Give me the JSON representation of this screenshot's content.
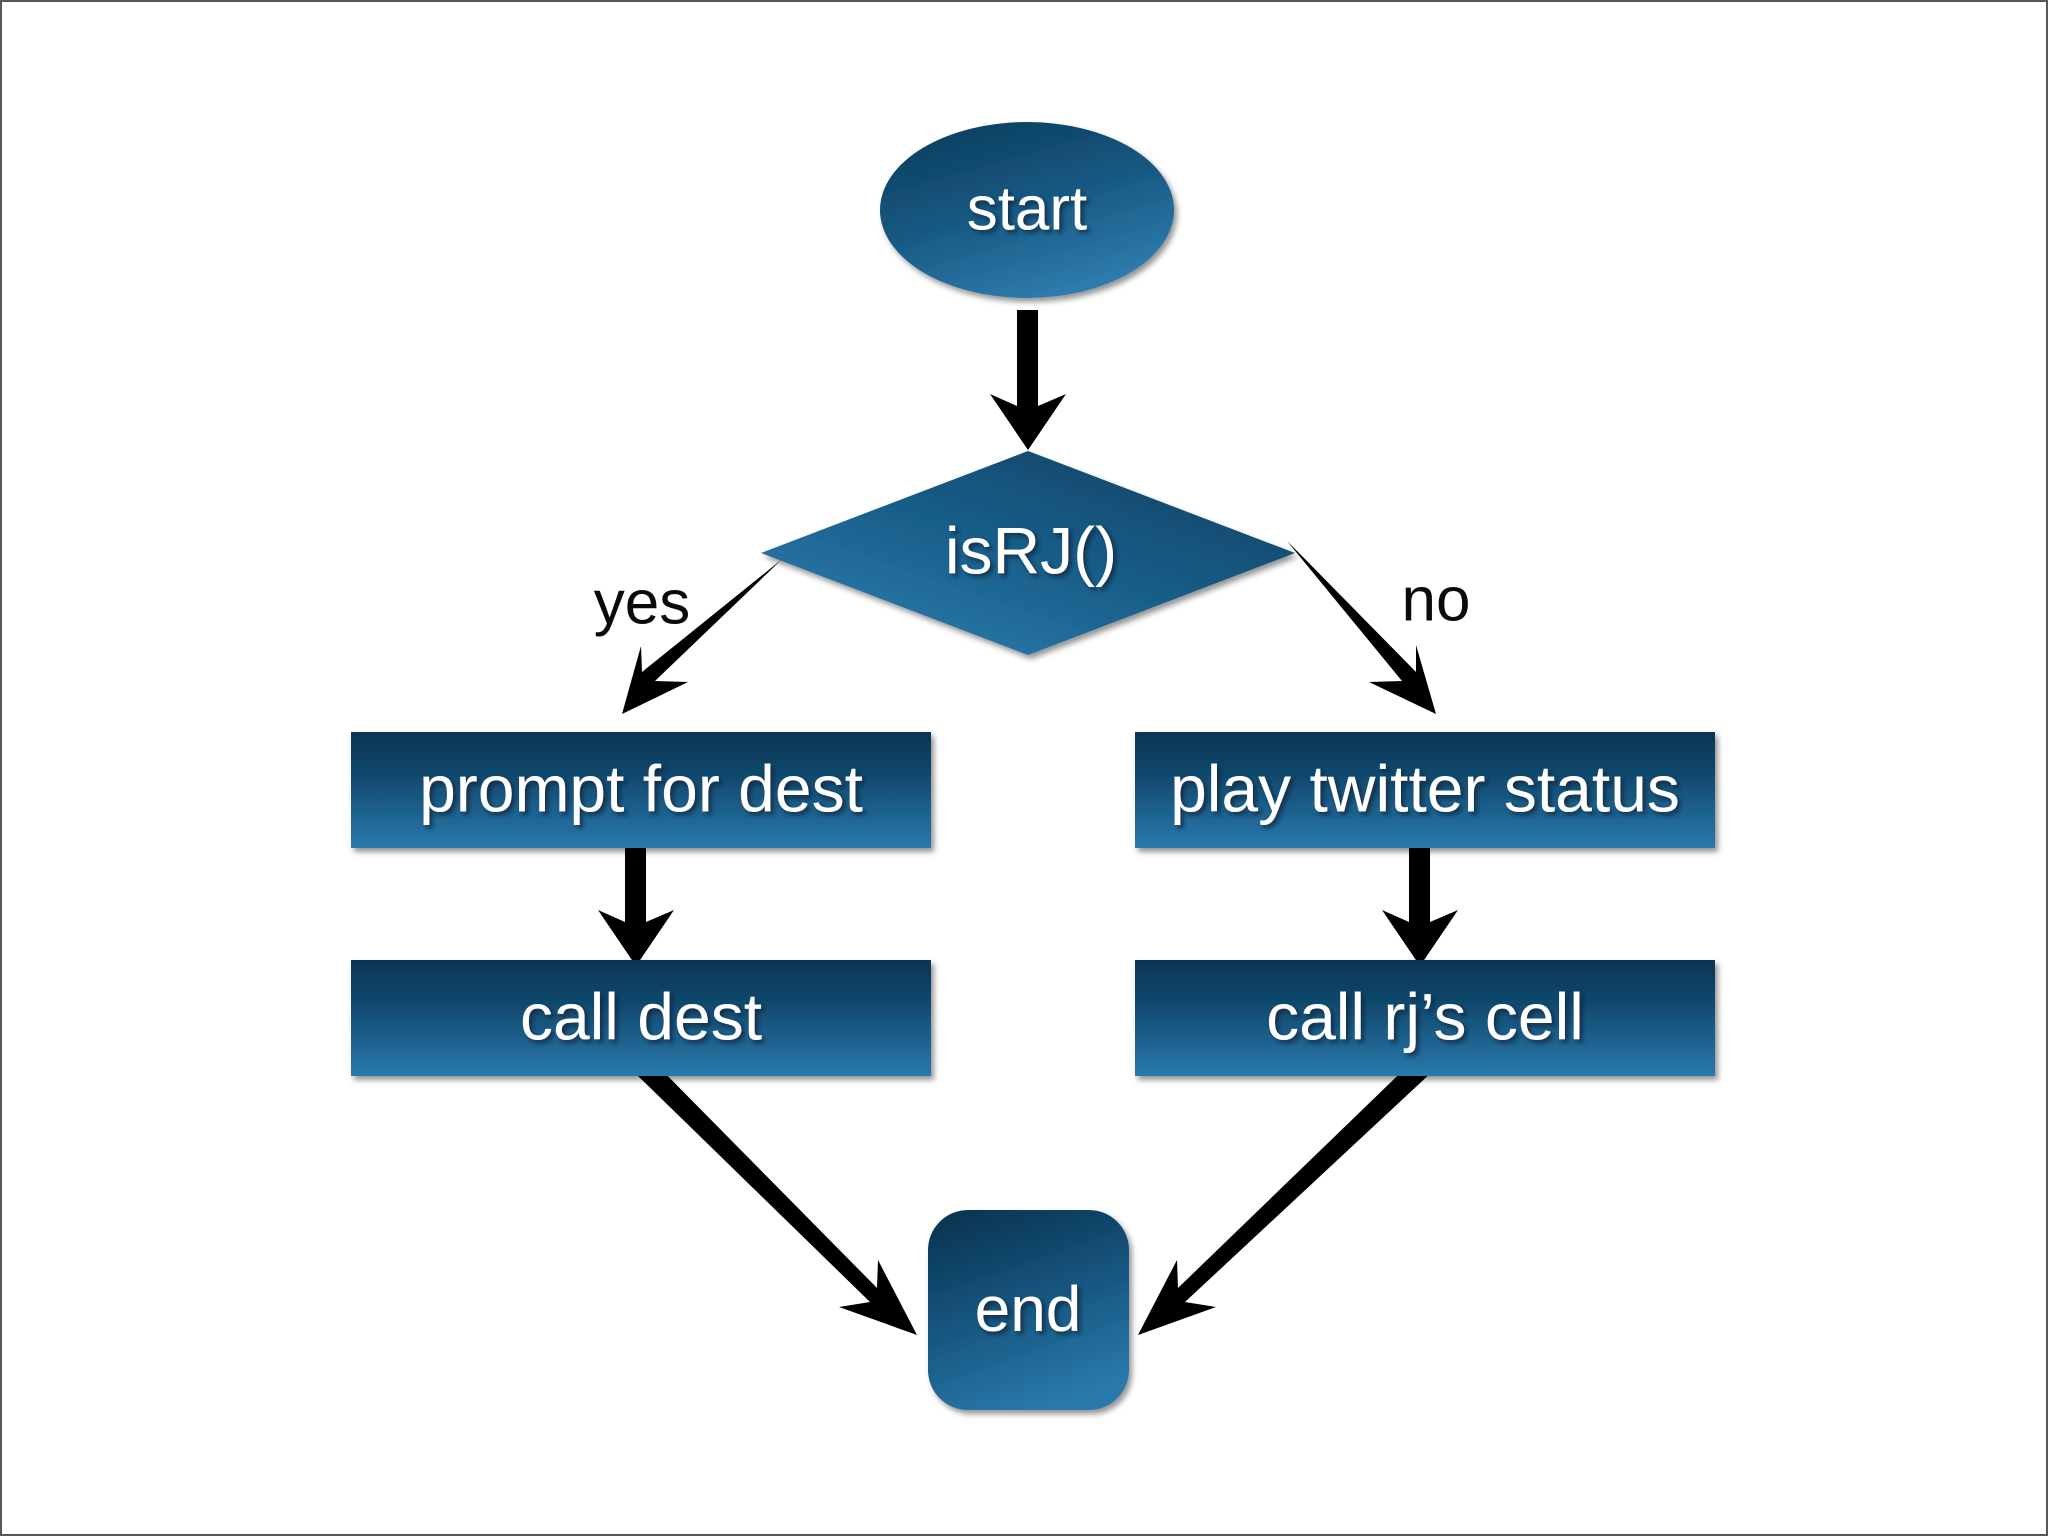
{
  "diagram": {
    "type": "flowchart",
    "title": "",
    "background_color": "#ffffff",
    "border_color": "#58585a",
    "palette": {
      "node_fill_dark": "#0d3d5e",
      "node_fill_light": "#2a79ac",
      "node_text": "#ffffff",
      "connector": "#000000",
      "edge_label_text": "#0a0a0a"
    },
    "nodes": [
      {
        "id": "start",
        "shape": "ellipse",
        "label": "start"
      },
      {
        "id": "isrj",
        "shape": "diamond",
        "label": "isRJ()"
      },
      {
        "id": "prompt",
        "shape": "rectangle",
        "label": "prompt for dest"
      },
      {
        "id": "play",
        "shape": "rectangle",
        "label": "play twitter status"
      },
      {
        "id": "call_dest",
        "shape": "rectangle",
        "label": "call dest"
      },
      {
        "id": "call_rj_cell",
        "shape": "rectangle",
        "label": "call rj’s cell"
      },
      {
        "id": "end",
        "shape": "rounded-rectangle",
        "label": "end"
      }
    ],
    "edges": [
      {
        "id": "e1",
        "from": "start",
        "to": "isrj",
        "label": ""
      },
      {
        "id": "e2",
        "from": "isrj",
        "to": "prompt",
        "label": "yes"
      },
      {
        "id": "e3",
        "from": "isrj",
        "to": "play",
        "label": "no"
      },
      {
        "id": "e4",
        "from": "prompt",
        "to": "call_dest",
        "label": ""
      },
      {
        "id": "e5",
        "from": "play",
        "to": "call_rj_cell",
        "label": ""
      },
      {
        "id": "e6",
        "from": "call_dest",
        "to": "end",
        "label": ""
      },
      {
        "id": "e7",
        "from": "call_rj_cell",
        "to": "end",
        "label": ""
      }
    ]
  }
}
